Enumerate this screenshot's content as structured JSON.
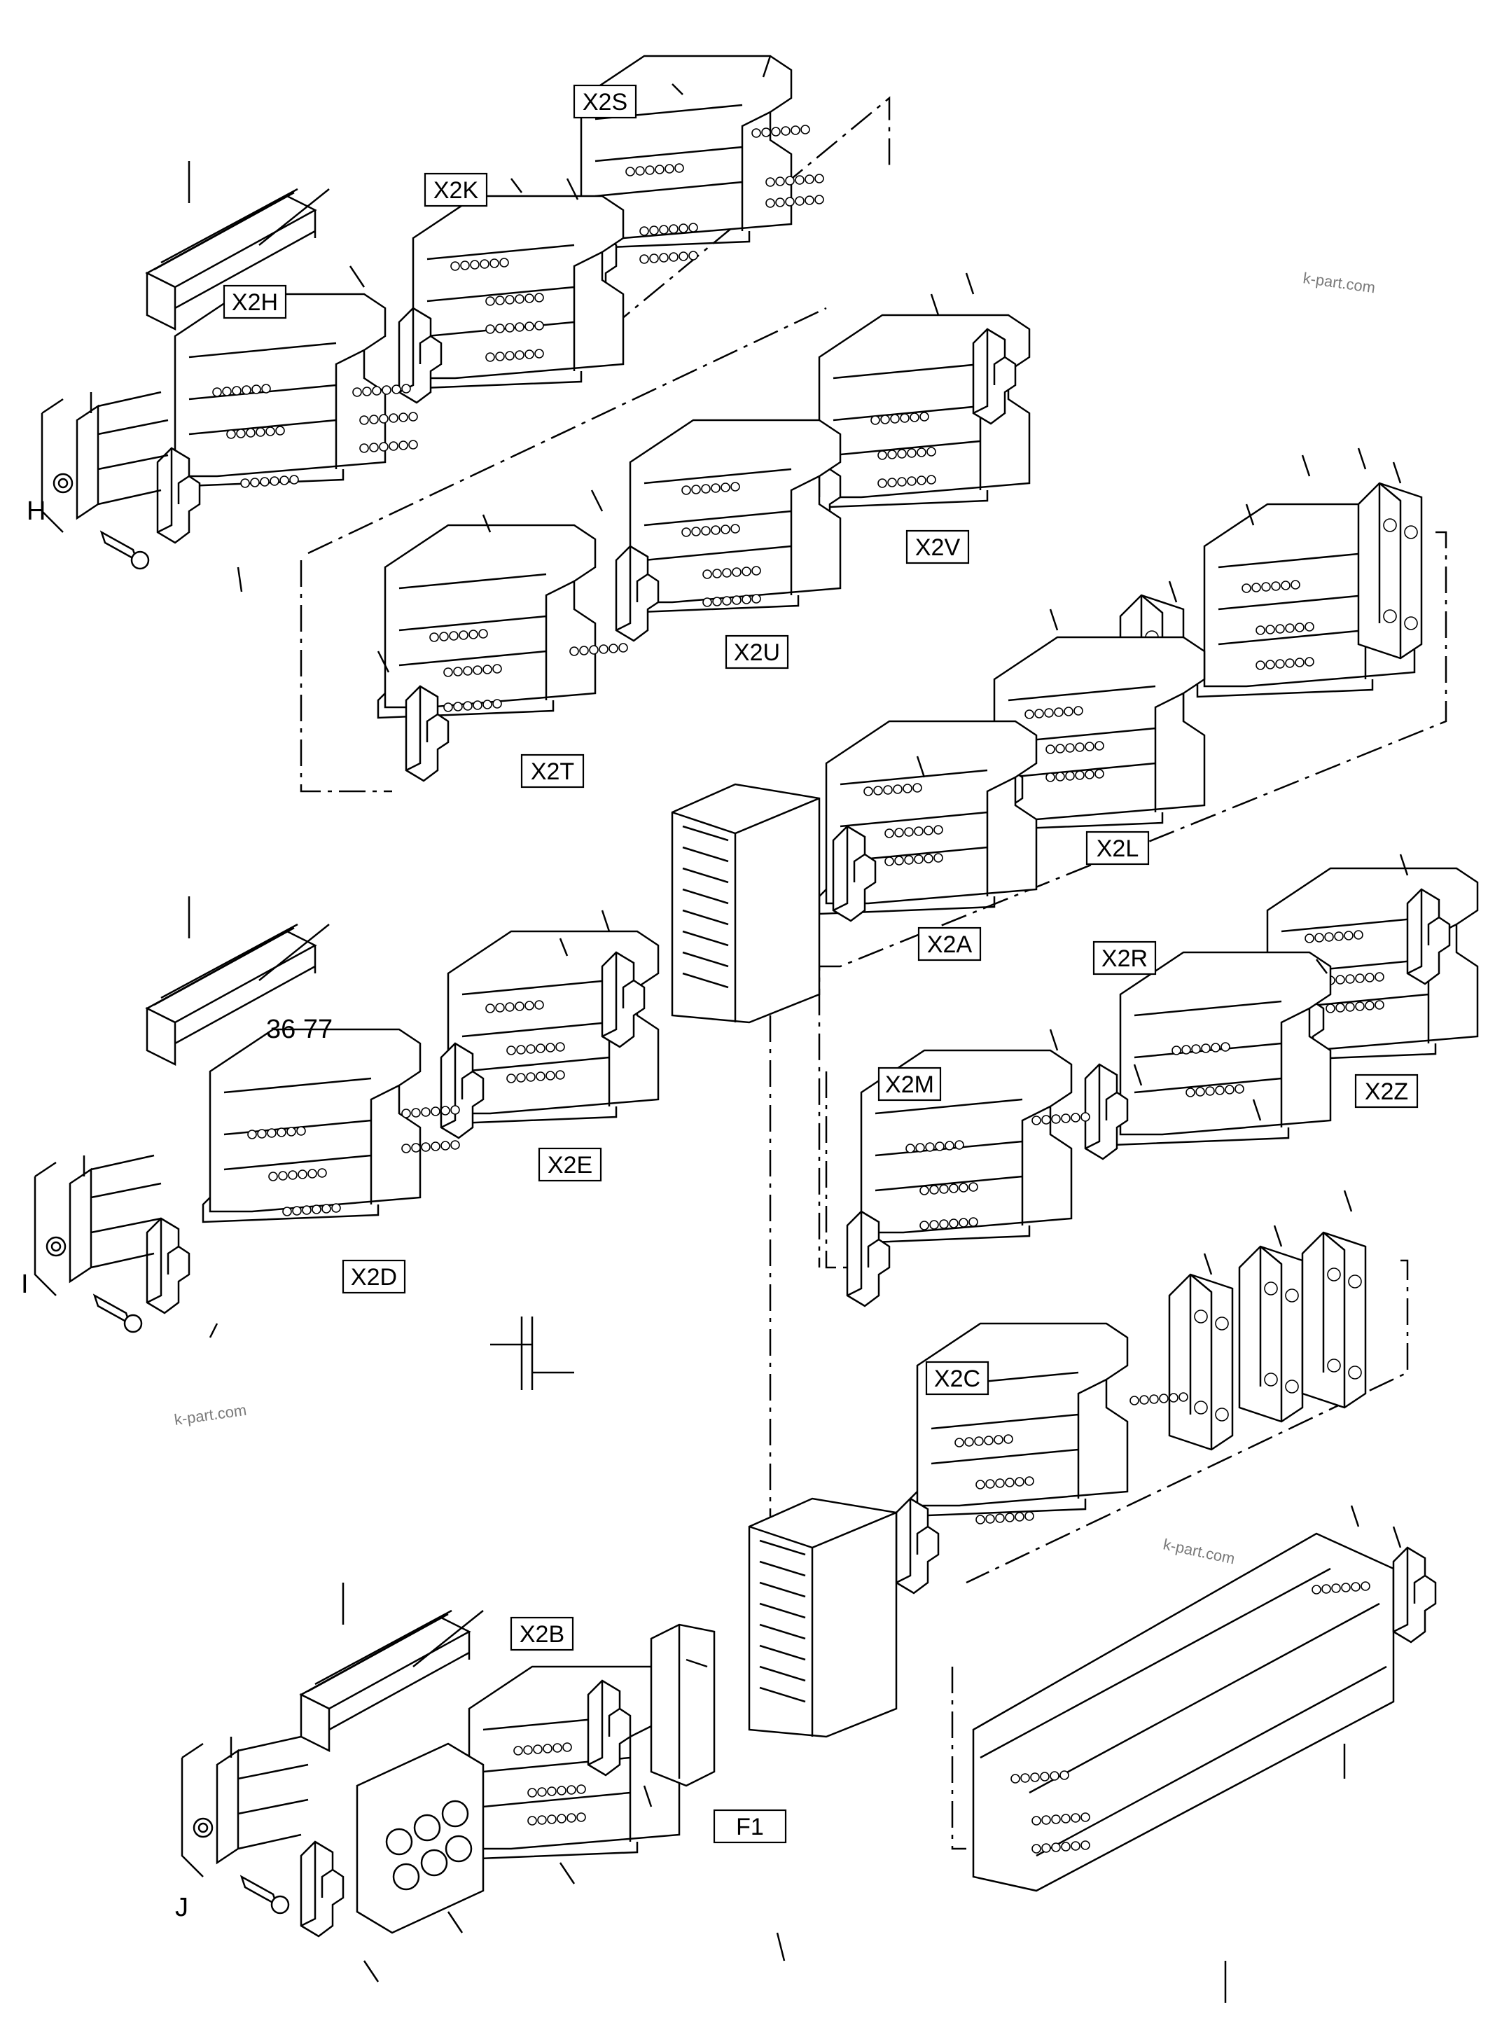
{
  "labels": {
    "x2s": "X2S",
    "x2k": "X2K",
    "x2h": "X2H",
    "x2v": "X2V",
    "x2u": "X2U",
    "x2t": "X2T",
    "x2l": "X2L",
    "x2a": "X2A",
    "x2r": "X2R",
    "x2m": "X2M",
    "x2z": "X2Z",
    "x2e": "X2E",
    "x2d": "X2D",
    "x2c": "X2C",
    "x2b": "X2B",
    "f1": "F1"
  },
  "side_labels": {
    "h": "H",
    "i": "I",
    "j": "J"
  },
  "reference": "36 77",
  "watermark": "k-part.com"
}
